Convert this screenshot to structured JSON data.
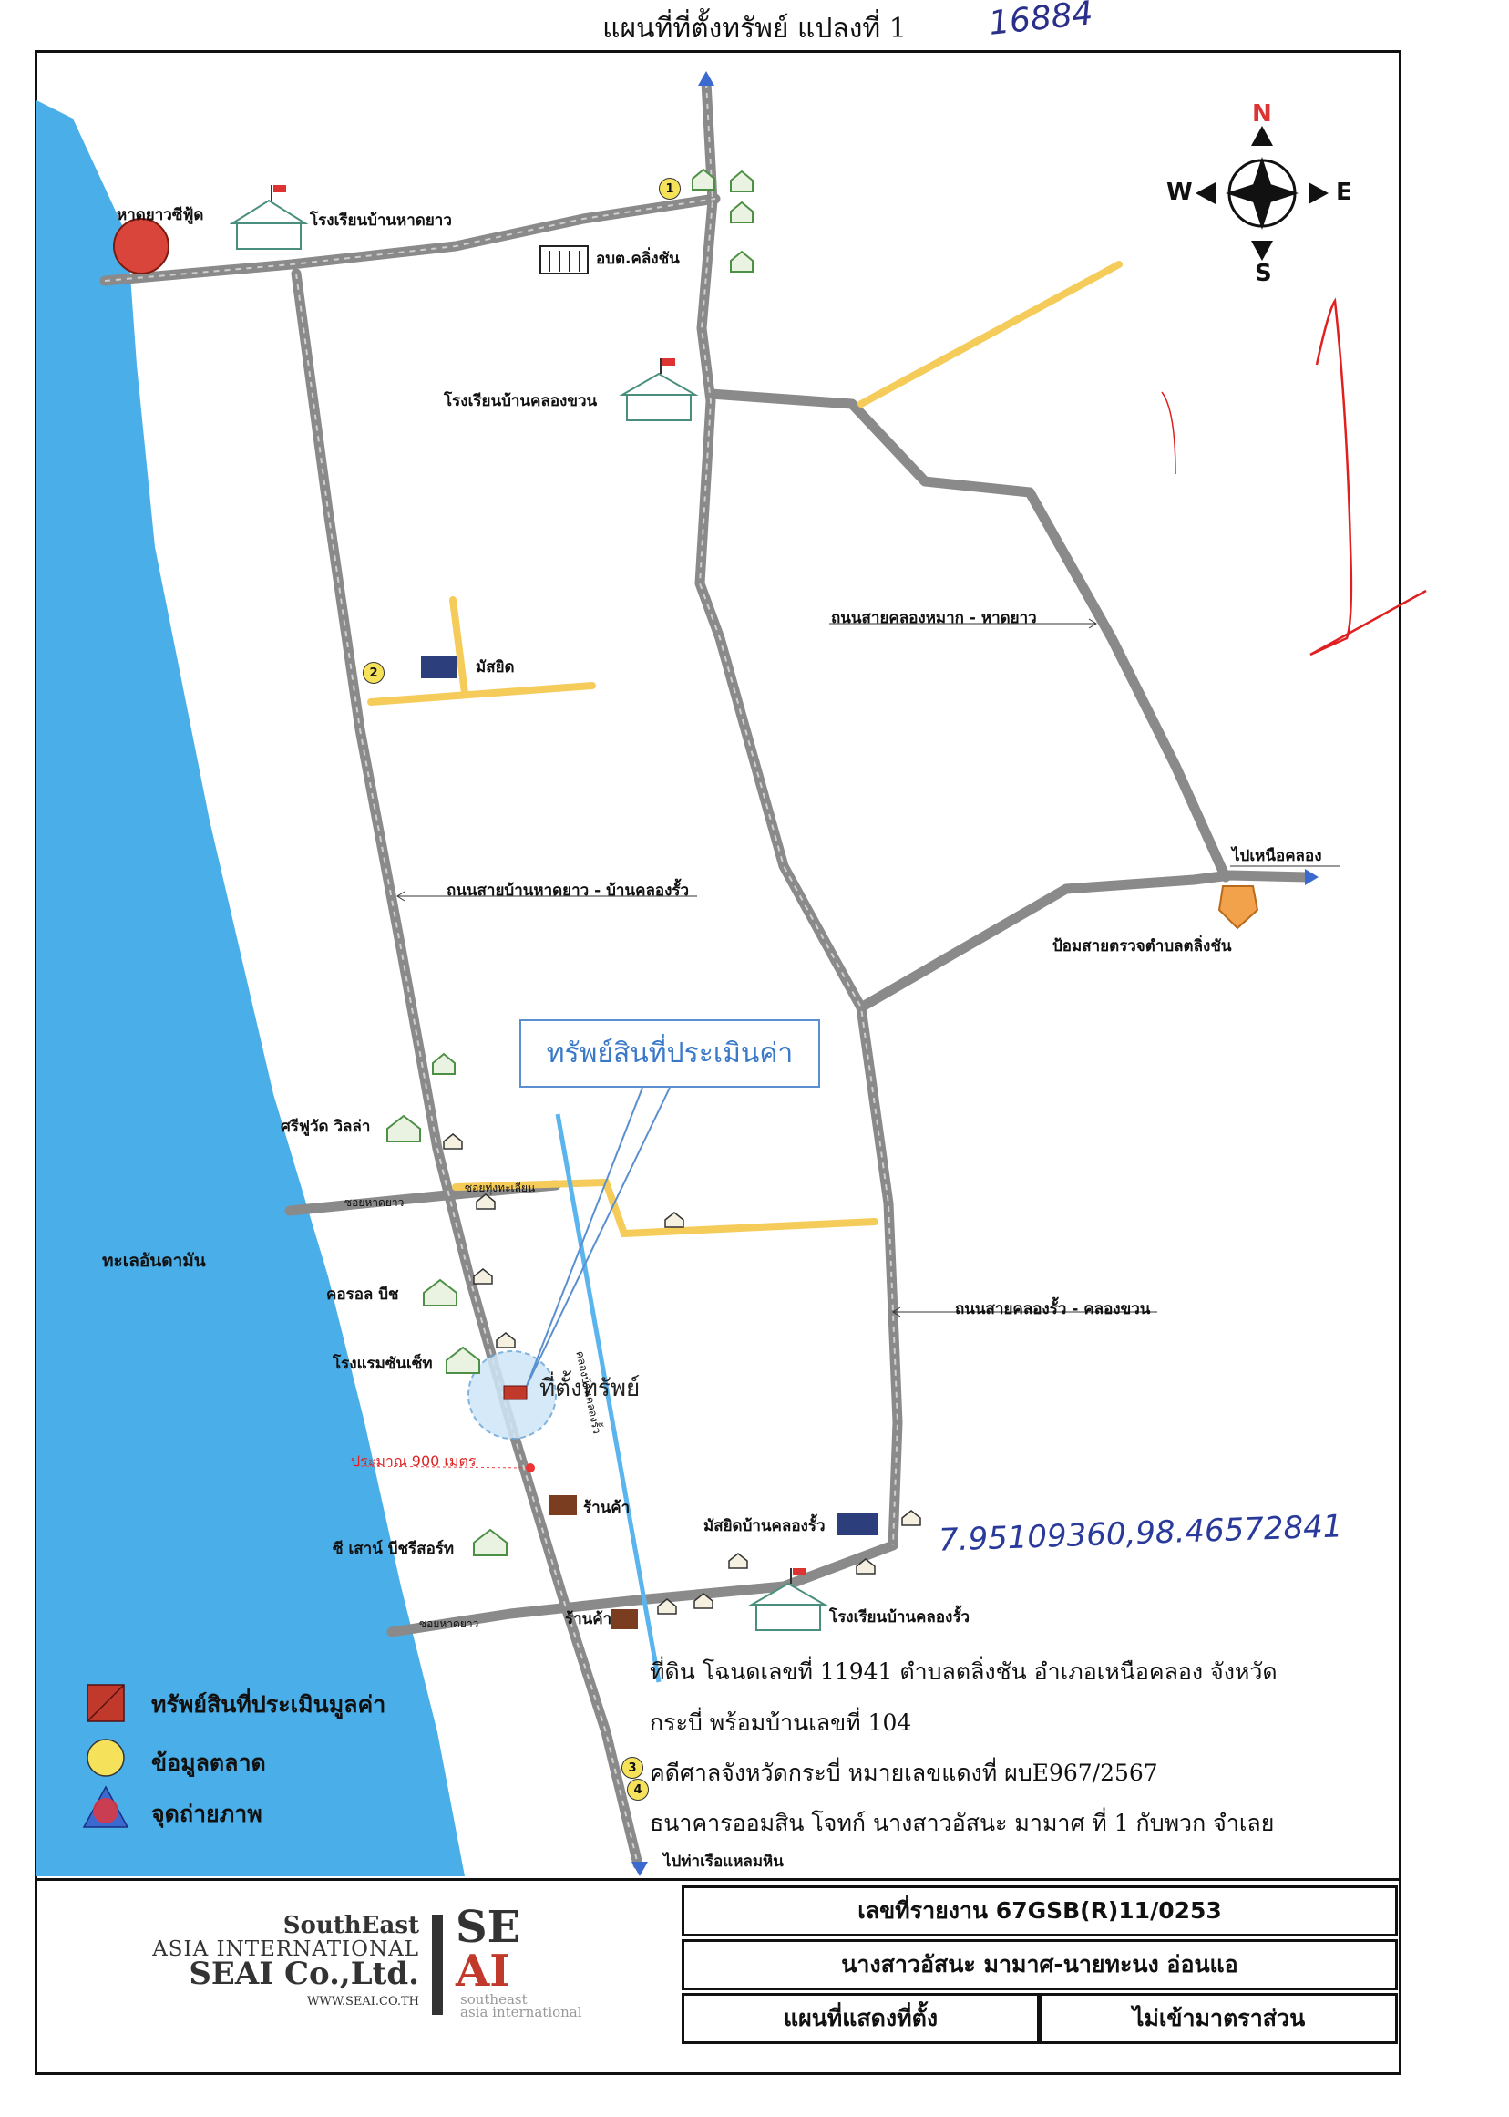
{
  "header": {
    "title": "แผนที่ที่ตั้งทรัพย์ แปลงที่ 1",
    "handwritten_number": "16884"
  },
  "compass": {
    "n": "N",
    "s": "S",
    "e": "E",
    "w": "W"
  },
  "labels": {
    "seafood": "หาดยาวซีฟู้ด",
    "school_haad_yao": "โรงเรียนบ้านหาดยาว",
    "tambon_office": "อบต.คลิ่งชัน",
    "school_khlong_khuan": "โรงเรียนบ้านคลองขวน",
    "mosque": "มัสยิด",
    "road_khlong_mak": "ถนนสายคลองหมาก - หาดยาว",
    "to_nuea_khlong": "ไปเหนือคลอง",
    "police_box": "ป้อมสายตรวจตำบลตลิ่งชัน",
    "road_haad_yao": "ถนนสายบ้านหาดยาว - บ้านคลองรั้ว",
    "sea": "ทะเลอันดามัน",
    "sriwood_villa": "ศรีฟูวัด วิลล่า",
    "coral_beach": "คอรอล บีช",
    "sunset_hotel": "โรงแรมซันเซ็ท",
    "property_site": "ที่ตั้งทรัพย์",
    "approx_distance": "ประมาณ 900 เมตร",
    "shop1": "ร้านค้า",
    "shop2": "ร้านค้า",
    "sea_sun_resort": "ซี เสาน์ บีชรีสอร์ท",
    "mosque_khlong_rua": "มัสยิดบ้านคลองรั้ว",
    "school_khlong_rua": "โรงเรียนบ้านคลองรั้ว",
    "road_khlong_rua": "ถนนสายคลองรั้ว - คลองขวน",
    "to_laem_hin_pier": "ไปท่าเรือแหลมหิน",
    "soi_small_1": "ซอยหาดยาว",
    "soi_small_2": "ซอยทุ่งทะเลียน",
    "soi_small_3": "ซอยหาดยาว",
    "canal_label": "คลองบ้านคลองรั้ว"
  },
  "markers": {
    "m1": "1",
    "m2": "2",
    "m3": "3",
    "m4": "4"
  },
  "callout": "ทรัพย์สินที่ประเมินค่า",
  "coordinates_handwritten": "7.95109360,98.46572841",
  "info_lines": [
    "ที่ดิน โฉนดเลขที่ 11941 ตำบลตลิ่งชัน  อำเภอเหนือคลอง จังหวัด",
    "กระบี่ พร้อมบ้านเลขที่ 104",
    "คดีศาลจังหวัดกระบี่ หมายเลขแดงที่  ผบE967/2567",
    "ธนาคารออมสิน โจทก์   นางสาวอัสนะ มามาศ ที่ 1 กับพวก  จำเลย"
  ],
  "legend": [
    {
      "label": "ทรัพย์สินที่ประเมินมูลค่า"
    },
    {
      "label": "ข้อมูลตลาด"
    },
    {
      "label": "จุดถ่ายภาพ"
    }
  ],
  "footer": {
    "company_line1": "SouthEast",
    "company_line2": "ASIA INTERNATIONAL",
    "company_line3": "SEAI Co.,Ltd.",
    "website": "WWW.SEAI.CO.TH",
    "logo_se": "SE",
    "logo_ai": "AI",
    "logo_sub1": "southeast",
    "logo_sub2": "asia international",
    "report_no": "เลขที่รายงาน  67GSB(R)11/0253",
    "owners": "นางสาวอัสนะ มามาศ-นายทะนง อ่อนแอ",
    "map_type": "แผนที่แสดงที่ตั้ง",
    "scale_note": "ไม่เข้ามาตราส่วน"
  },
  "colors": {
    "sea": "#4aaee8",
    "road": "#8d8d8d",
    "soi": "#f5cc5a",
    "canal": "#5ab4ee",
    "accent_red": "#c0392b",
    "callout_blue": "#3a78c8"
  }
}
